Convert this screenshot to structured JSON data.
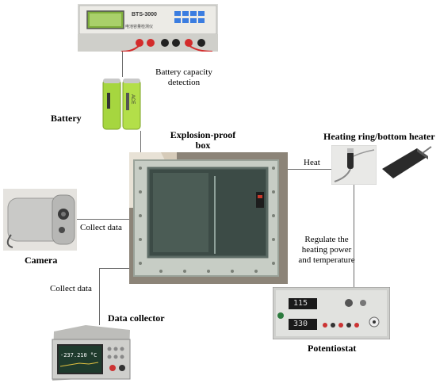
{
  "labels": {
    "battery_capacity_detection": "Battery capacity detection",
    "battery": "Battery",
    "explosion_proof_box": "Explosion-proof box",
    "heating_ring": "Heating ring/bottom heater",
    "heat": "Heat",
    "camera": "Camera",
    "collect_data_camera": "Collect data",
    "collect_data_collector": "Collect data",
    "data_collector": "Data collector",
    "regulate": "Regulate the heating power and temperature",
    "potentiostat": "Potentiostat"
  },
  "tester": {
    "brand": "BTS-3000",
    "subtitle": "电池容量检测仪"
  },
  "battery_cell_text": "ACE",
  "collector_display": "-237.210 °C",
  "potentiostat_display": {
    "top": "115",
    "bottom": "330"
  }
}
